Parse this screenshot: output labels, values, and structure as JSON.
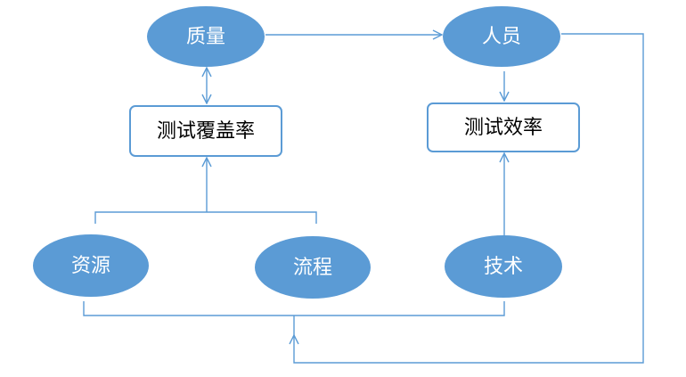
{
  "nodes": {
    "quality": "质量",
    "personnel": "人员",
    "coverage": "测试覆盖率",
    "efficiency": "测试效率",
    "resources": "资源",
    "process": "流程",
    "technology": "技术"
  },
  "colors": {
    "node_fill": "#5b9bd5",
    "node_text": "#ffffff",
    "box_border": "#5b9bd5",
    "connector": "#5b9bd5"
  }
}
